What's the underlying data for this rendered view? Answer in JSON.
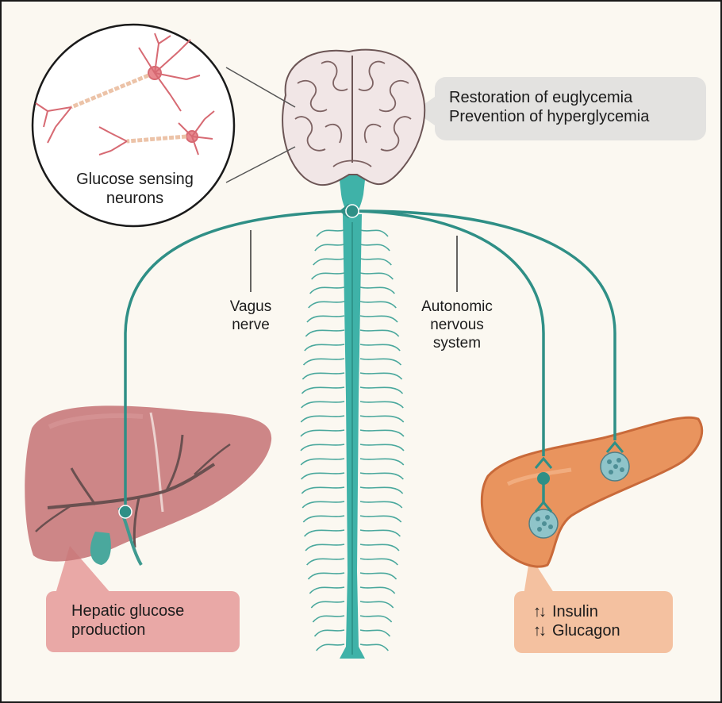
{
  "neurons_label": [
    "Glucose sensing",
    "neurons"
  ],
  "brain_note": [
    "Restoration of euglycemia",
    "Prevention of hyperglycemia"
  ],
  "vagus_label": [
    "Vagus",
    "nerve"
  ],
  "autonomic_label": [
    "Autonomic",
    "nervous",
    "system"
  ],
  "liver_note": [
    "Hepatic glucose",
    "production"
  ],
  "pancreas_note": {
    "insulin": "Insulin",
    "glucagon": "Glucagon",
    "arrows_symbol": "↑↓"
  },
  "colors": {
    "background": "#fbf8f1",
    "nerve_teal": "#2f8f86",
    "spine_teal": "#3fb2a8",
    "liver": "#c67577",
    "liver_note": "#e9a8a6",
    "pancreas": "#e9945e",
    "pancreas_note": "#f4c1a0",
    "brain_note": "#e3e2e0",
    "neuron": "#d76a73"
  }
}
